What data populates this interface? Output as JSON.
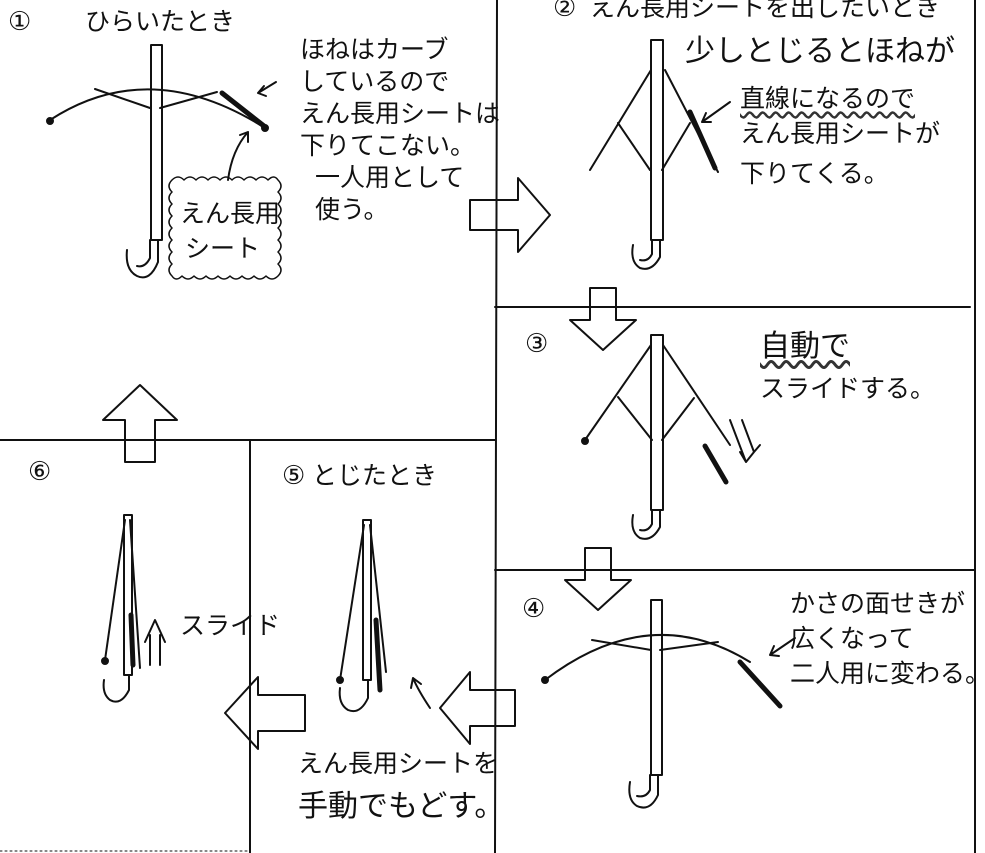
{
  "panel1": {
    "number": "①",
    "title": "ひらいたとき",
    "note": [
      "ほねはカーブ",
      "しているので",
      "えん長用シートは",
      "下りてこない。",
      "一人用として",
      "使う。"
    ],
    "label": [
      "えん長用",
      "シート"
    ]
  },
  "panel2": {
    "number": "②",
    "title": "えん長用シートを出したいとき",
    "headline": "少しとじるとほねが",
    "note": [
      "直線になるので",
      "えん長用シートが",
      "下りてくる。"
    ]
  },
  "panel3": {
    "number": "③",
    "note": [
      "自動で",
      "スライドする。"
    ]
  },
  "panel4": {
    "number": "④",
    "note": [
      "かさの面せきが",
      "広くなって",
      "二人用に変わる。"
    ]
  },
  "panel5": {
    "number": "⑤",
    "title": "とじたとき",
    "note": [
      "えん長用シートを",
      "手動でもどす。"
    ]
  },
  "panel6": {
    "number": "⑥",
    "note": "スライド"
  }
}
